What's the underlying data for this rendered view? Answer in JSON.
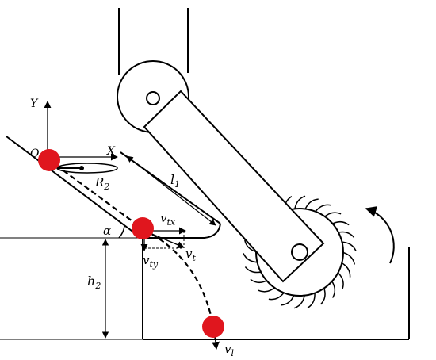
{
  "labels": {
    "y_axis": "Y",
    "x_axis": "X",
    "origin": "O",
    "radius": "R",
    "radius_sub": "2",
    "length": "l",
    "length_sub": "1",
    "vtx": "v",
    "vtx_sub": "tx",
    "vt": "v",
    "vt_sub": "t",
    "vty": "v",
    "vty_sub": "ty",
    "angle": "α",
    "height": "h",
    "height_sub": "2",
    "vl": "v",
    "vl_sub": "l"
  },
  "colors": {
    "line": "#000000",
    "ball": "#e0161e"
  }
}
